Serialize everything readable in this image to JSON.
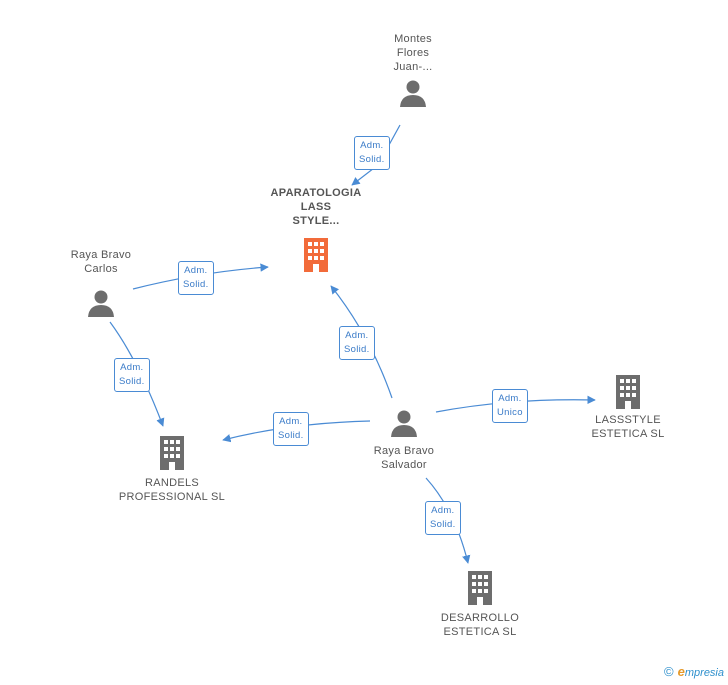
{
  "colors": {
    "edge": "#4a8bd4",
    "focus_company": "#f26b3a",
    "company": "#6d6d6d",
    "person": "#6d6d6d"
  },
  "nodes": {
    "montes": {
      "label": "Montes\nFlores\nJuan-..."
    },
    "aparatologia": {
      "label": "APARATOLOGIA\nLASS\nSTYLE..."
    },
    "raya_carlos": {
      "label": "Raya Bravo\nCarlos"
    },
    "raya_salvador": {
      "label": "Raya Bravo\nSalvador"
    },
    "randels": {
      "label": "RANDELS\nPROFESSIONAL SL"
    },
    "lassstyle": {
      "label": "LASSSTYLE\nESTETICA SL"
    },
    "desarrollo": {
      "label": "DESARROLLO\nESTETICA SL"
    }
  },
  "edges": {
    "montes_aparatologia": "Adm.\nSolid.",
    "carlos_aparatologia": "Adm.\nSolid.",
    "carlos_randels": "Adm.\nSolid.",
    "salvador_aparatologia": "Adm.\nSolid.",
    "salvador_randels": "Adm.\nSolid.",
    "salvador_lassstyle": "Adm.\nUnico",
    "salvador_desarrollo": "Adm.\nSolid."
  },
  "footer": {
    "copyright": "©",
    "brand_initial": "e",
    "brand_rest": "mpresia"
  }
}
